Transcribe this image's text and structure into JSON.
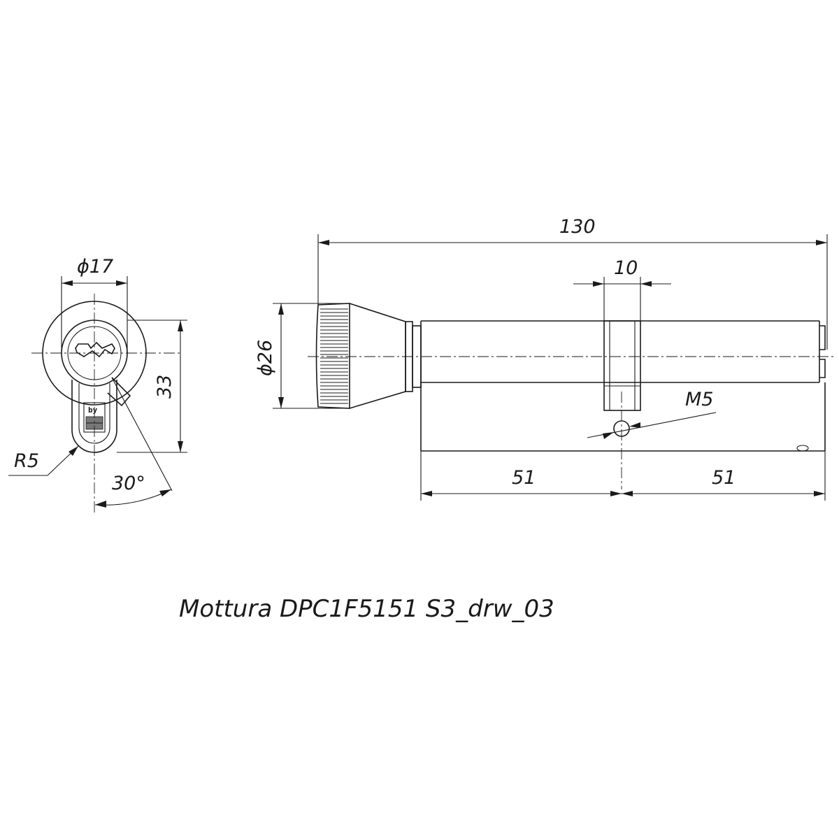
{
  "dimensions": {
    "overall_length": "130",
    "cam_width": "10",
    "knob_diameter": "ϕ26",
    "profile_diameter": "ϕ17",
    "profile_height": "33",
    "bottom_radius": "R5",
    "cam_angle": "30°",
    "screw_thread": "M5",
    "left_half_length": "51",
    "right_half_length": "51"
  },
  "profile_mark": "by",
  "caption": "Mottura DPC1F5151 S3_drw_03"
}
